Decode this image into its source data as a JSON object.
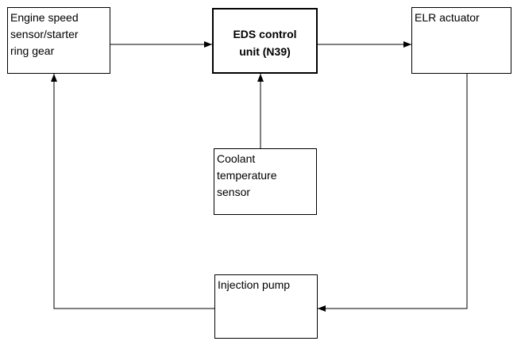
{
  "diagram": {
    "nodes": {
      "engine_speed_sensor": "Engine speed\nsensor/starter\nring gear",
      "eds_control_unit": "EDS control\nunit (N39)",
      "elr_actuator": "ELR actuator",
      "coolant_temperature_sensor": "Coolant\ntemperature\nsensor",
      "injection_pump": "Injection pump"
    },
    "edges": [
      {
        "from": "engine_speed_sensor",
        "to": "eds_control_unit"
      },
      {
        "from": "eds_control_unit",
        "to": "elr_actuator"
      },
      {
        "from": "coolant_temperature_sensor",
        "to": "eds_control_unit"
      },
      {
        "from": "elr_actuator",
        "to": "injection_pump"
      },
      {
        "from": "injection_pump",
        "to": "engine_speed_sensor"
      }
    ],
    "colors": {
      "line": "#000000",
      "box_border": "#000000",
      "background": "#ffffff"
    }
  }
}
